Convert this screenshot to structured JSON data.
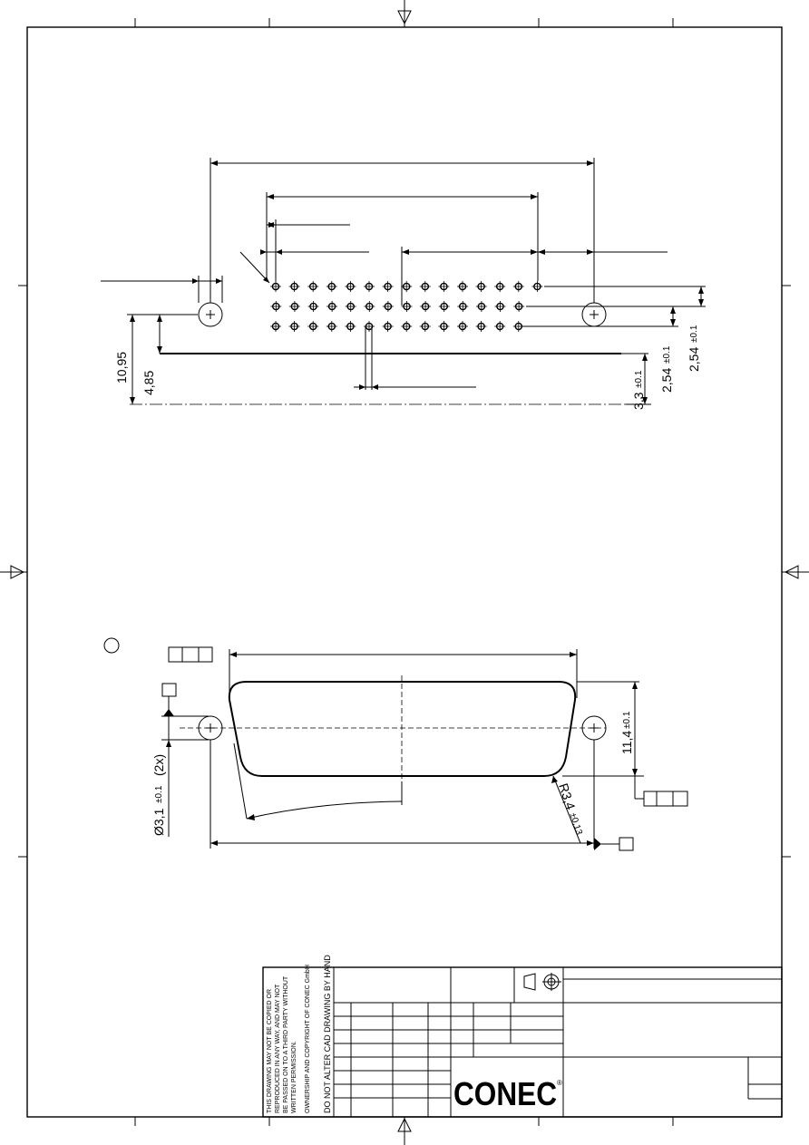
{
  "dimensions": {
    "d_10_95": "10,95",
    "d_4_85": "4,85",
    "d_3_3": "3,3",
    "d_3_3_tol": "±0.1",
    "d_2_54_a": "2,54",
    "d_2_54_a_tol": "±0.1",
    "d_2_54_b": "2,54",
    "d_2_54_b_tol": "±0.1",
    "d_11_4": "11,4",
    "d_11_4_tol": "±0.1",
    "d_hole": "Ø3,1",
    "d_hole_tol": "±0.1",
    "d_hole_count": "(2x)",
    "d_radius": "R3,4",
    "d_radius_tol": "±0,13"
  },
  "title_block": {
    "copyright_notice": [
      "THIS DRAWING MAY NOT BE COPIED OR",
      "REPRODUCED IN ANY WAY, AND MAY NOT",
      "BE PASSED ON TO A THIRD PARTY WITHOUT",
      "WRITTEN PERMISSION.",
      "OWNERSHIP AND COPYRIGHT OF CONEC GmbH"
    ],
    "cad_notice": "DO NOT ALTER CAD DRAWING BY HAND",
    "company_logo": "CONEC",
    "registered_mark": "®"
  },
  "colors": {
    "ink": "#000000",
    "paper": "#ffffff"
  }
}
